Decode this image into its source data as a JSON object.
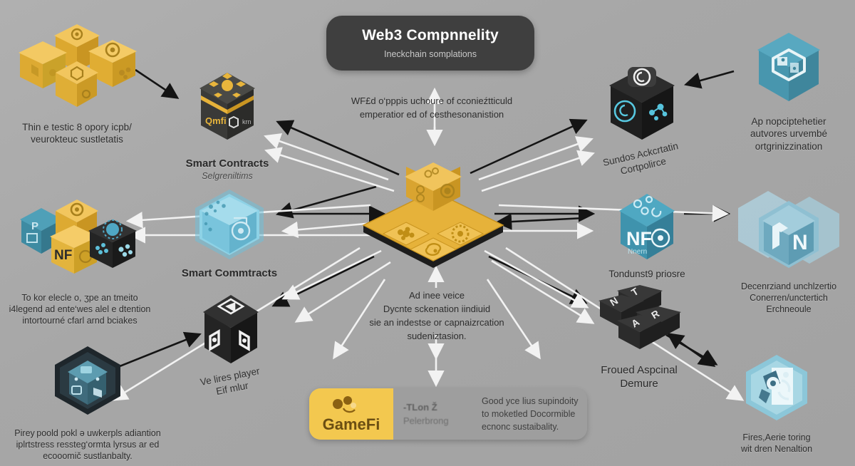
{
  "meta": {
    "background_color": "#a9a9a9",
    "accent_gold": "#e8b53c",
    "accent_teal": "#4d9cb5",
    "accent_dark": "#2e2e2e"
  },
  "header": {
    "title": "Web3 Compnnelity",
    "subtitle": "Ineckchain somplations"
  },
  "center": {
    "hub_name": "gold-platform-hub",
    "top_text_line1": "WF£d o‘pppis uchoure of cconieźtticuld",
    "top_text_line2": "emperatior ed of cesthesonanistion",
    "bottom_text_line1": "Ad inee veice",
    "bottom_text_line2": "Dycnte sckenation iindiuid",
    "bottom_text_line3": "sie an indestse or capnaizrcation",
    "bottom_text_line4": "sudeniztasion."
  },
  "nodes": [
    {
      "id": "gold-cubes-cluster",
      "label_lines": [
        "Thin e testic 8 opory icpb/",
        "veurokteuc sustletatis"
      ],
      "color": "#e8b53c"
    },
    {
      "id": "smart-contracts-dark",
      "label": "Smart Contracts",
      "sublabel": "Selgreniltims",
      "color": "#32322f"
    },
    {
      "id": "sundos-ackcrtatin",
      "label_lines": [
        "Sundos Ackcrtatin",
        "Cortpolirce"
      ],
      "color": "#232323"
    },
    {
      "id": "ap-nopciptehetier",
      "label_lines": [
        "Ap nopciptehetier",
        "autvores urvembé",
        "ortgrinizzination"
      ],
      "color": "#4d9cb5"
    },
    {
      "id": "nft-mixed-cubes",
      "label_lines": [
        "To kor elecle o, ʒpe an tmeito",
        "i4legend ad ente‘wes alel e dtention",
        "intortourné cfarl arnd bciakes"
      ],
      "color": "#e8b53c"
    },
    {
      "id": "smart-commtracts-blue",
      "label": "Smart Commtracts",
      "color": "#7fc6dd"
    },
    {
      "id": "tondunst9-priosre",
      "label": "Tondunst9 priosre",
      "badge": "NF",
      "badge_sub": "Nnern",
      "color": "#3f8fae"
    },
    {
      "id": "decenrziand-unchlzertio",
      "label_lines": [
        "Decenrziand unchlzertio",
        "Conerren/unctertich",
        "Erchneoule"
      ],
      "badge": "N",
      "color": "#b9d7e2"
    },
    {
      "id": "ve-lires-player",
      "label_lines": [
        "Ve lires player",
        "Eif mlur"
      ],
      "color": "#262626"
    },
    {
      "id": "preypoold-hex",
      "label_lines": [
        "Pirey poold pokl ə uwkerpls adiantion",
        "iplrtstress ressteg‘ormta lyrsus ar ed",
        "ecooomič sustlanbalty."
      ],
      "color": "#2a3136"
    },
    {
      "id": "froued-aspcinal",
      "label_lines": [
        "Froued Aspcinal",
        "Demure"
      ],
      "color": "#2b2b2b"
    },
    {
      "id": "fires-aerie-toring",
      "label_lines": [
        "Fires,Aerie toring",
        "wit dren Nenaltion"
      ],
      "color": "#8fc6d8"
    }
  ],
  "banner": {
    "gamefi_label": "GameFi",
    "brand_line1": "-TLon Ž",
    "brand_line2": "Pelerbrong",
    "body_line1": "Good yce lius supindoity",
    "body_line2": "to moketled Docormible",
    "body_line3": "ecnonc sustaibality."
  }
}
